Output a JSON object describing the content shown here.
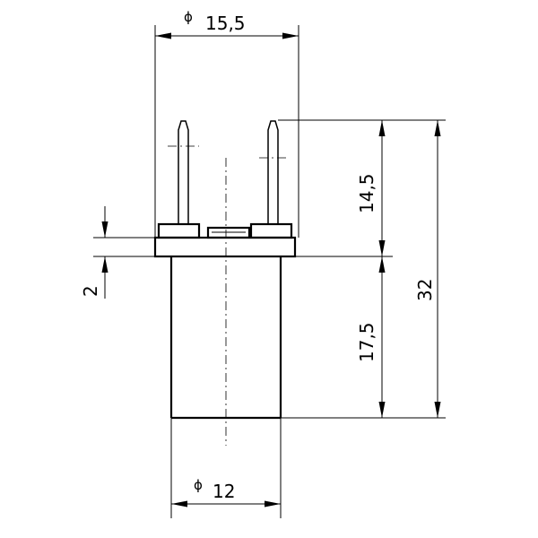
{
  "dimensions": {
    "outer_diameter": {
      "symbol": "ϕ",
      "value": "15,5"
    },
    "inner_diameter": {
      "symbol": "ϕ",
      "value": "12"
    },
    "flange_thickness": "2",
    "pin_height": "14,5",
    "body_height": "17,5",
    "total_height": "32"
  }
}
